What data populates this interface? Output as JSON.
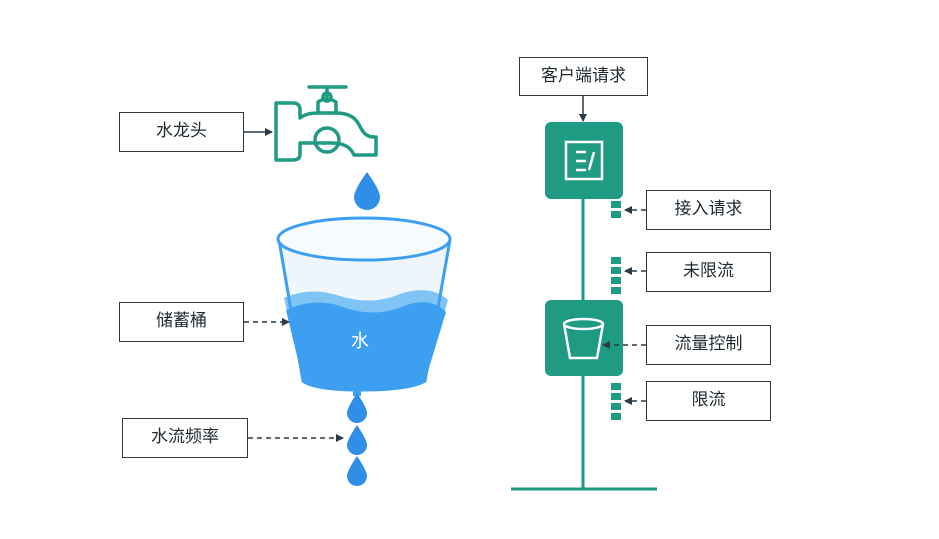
{
  "left": {
    "faucet_label": "水龙头",
    "bucket_label": "储蓄桶",
    "water_text": "水",
    "flow_label": "水流频率"
  },
  "right": {
    "client_label": "客户端请求",
    "accept_label": "接入请求",
    "unlimited_label": "未限流",
    "flow_control_label": "流量控制",
    "limit_label": "限流"
  },
  "colors": {
    "teal": "#1f9a83",
    "water": "#3c9ff0",
    "water_light": "#7fc4f5",
    "drop": "#2f8fe6",
    "outline": "#2b3a44"
  }
}
